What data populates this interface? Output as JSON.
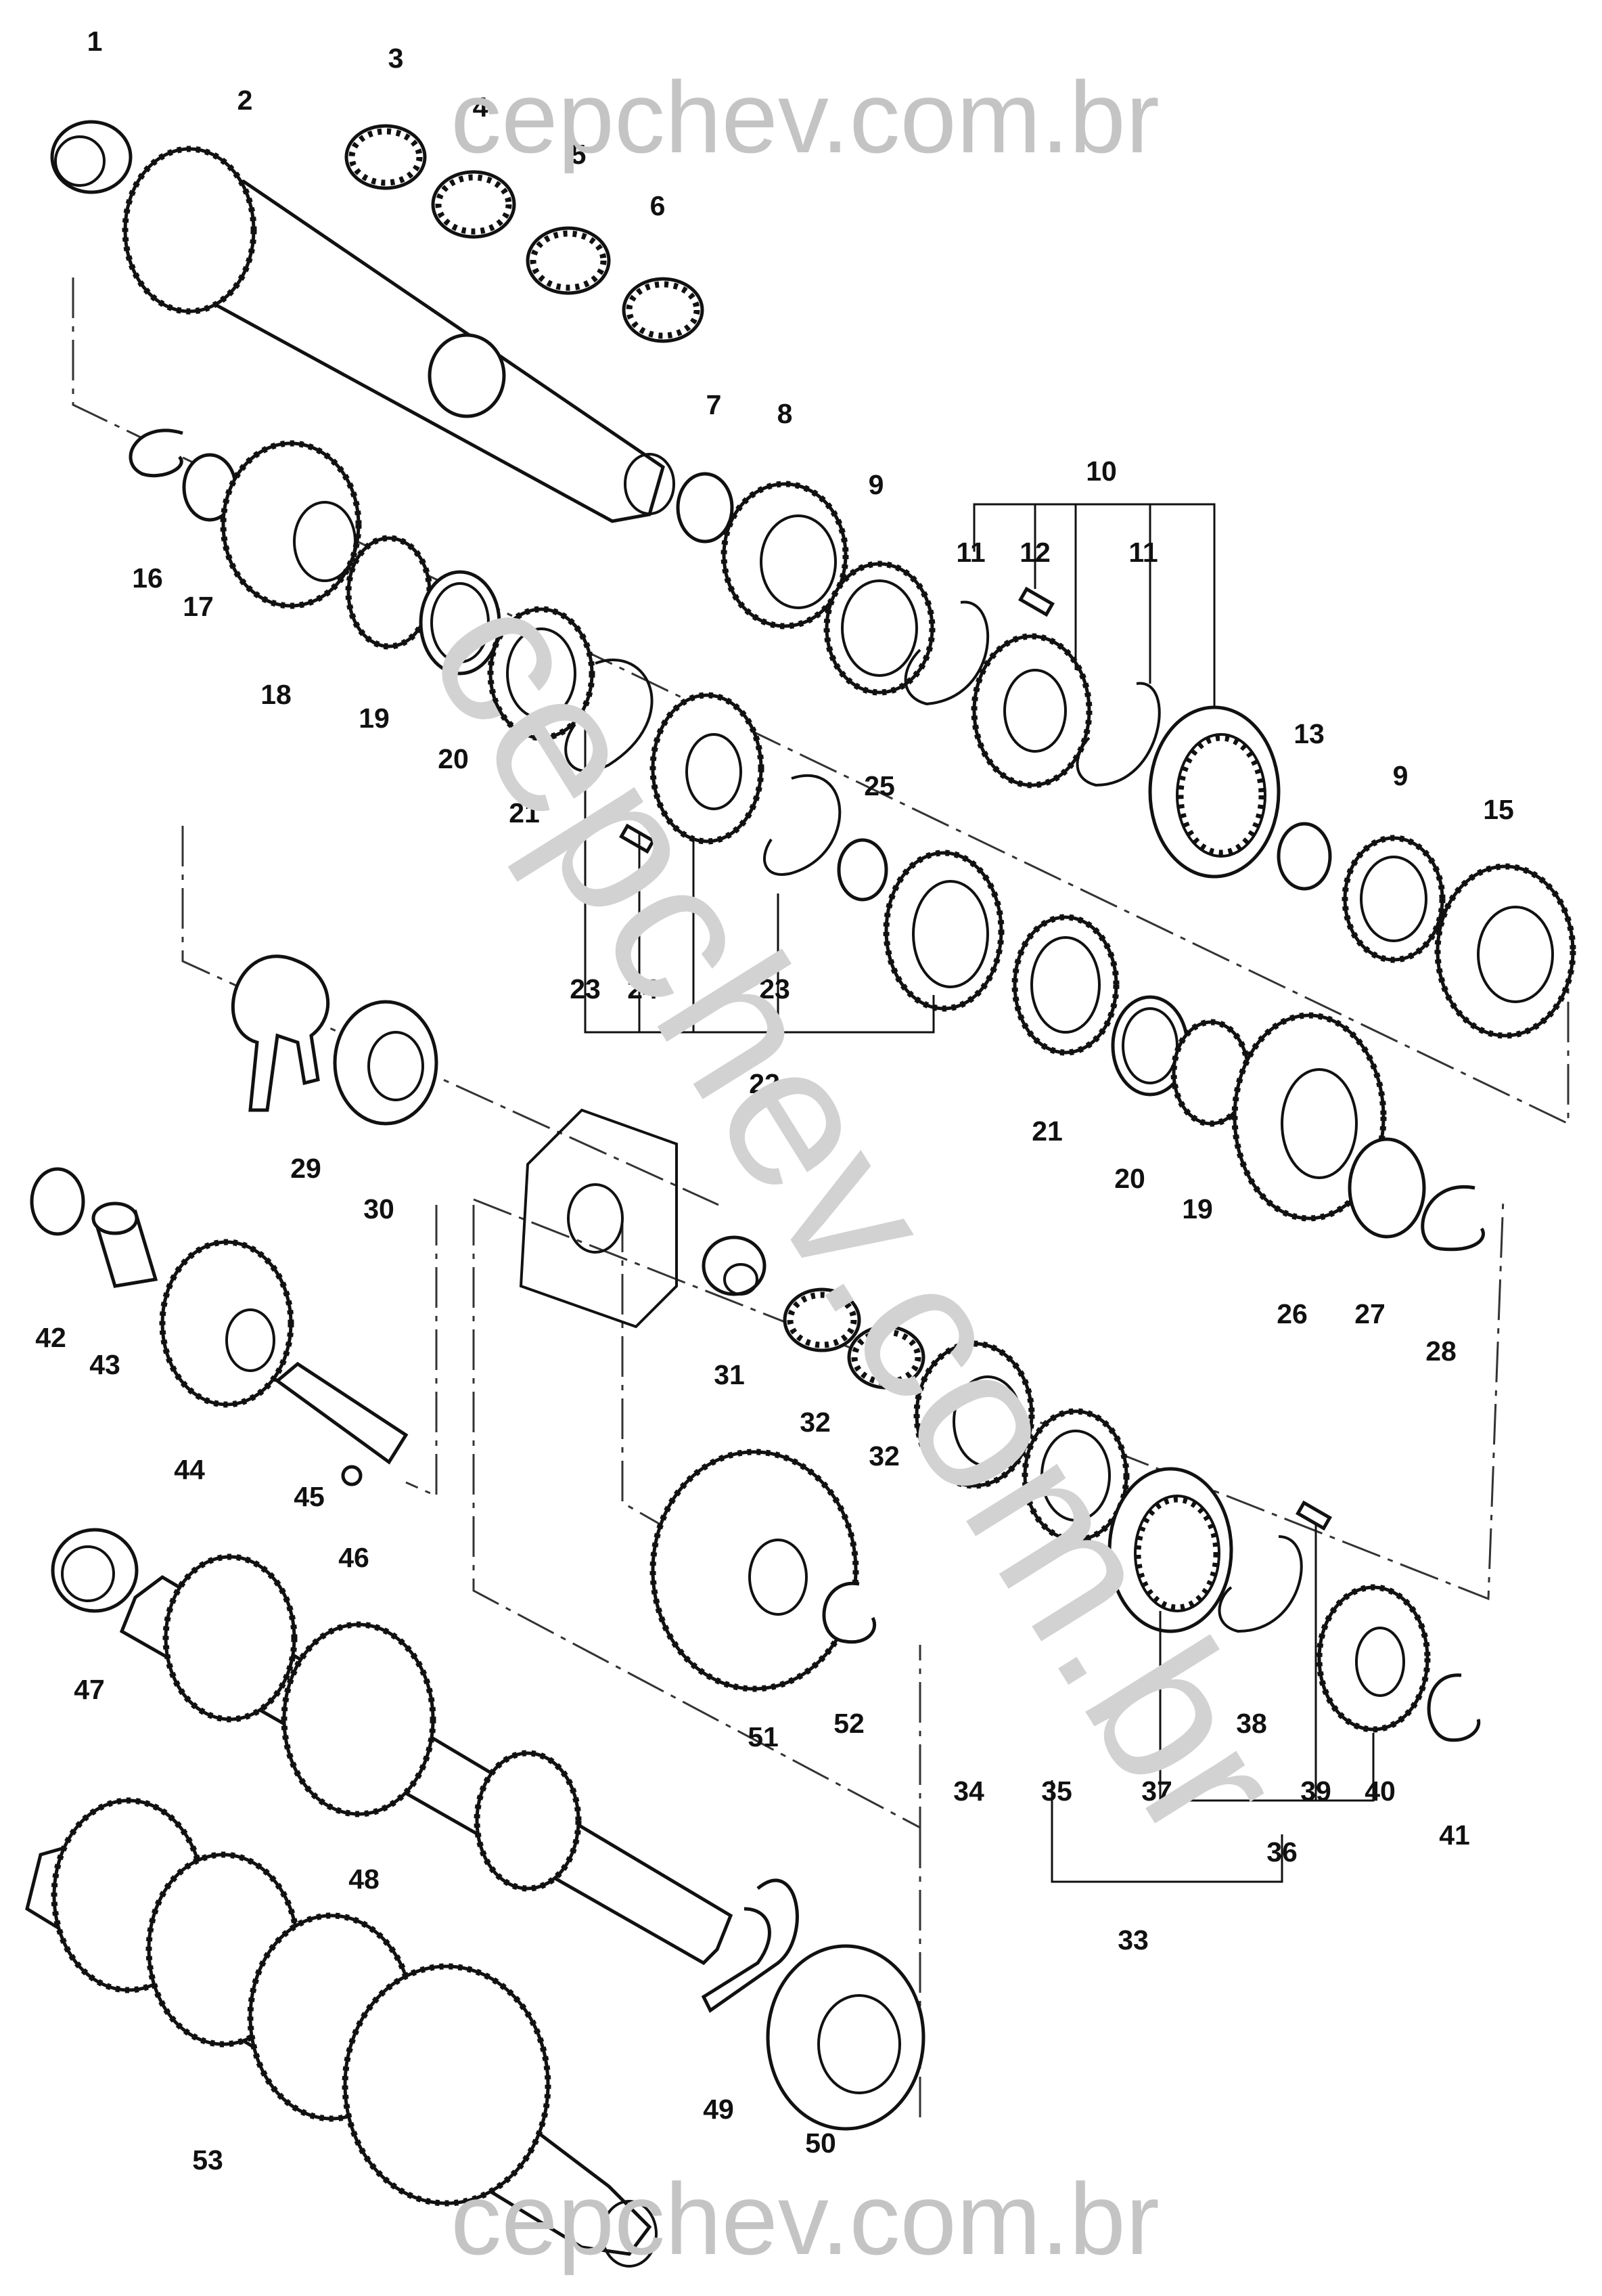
{
  "watermark": {
    "text": "cepchev.com.br"
  },
  "callouts": [
    {
      "label": "1"
    },
    {
      "label": "2"
    },
    {
      "label": "3"
    },
    {
      "label": "4"
    },
    {
      "label": "5"
    },
    {
      "label": "6"
    },
    {
      "label": "7"
    },
    {
      "label": "8"
    },
    {
      "label": "9"
    },
    {
      "label": "10"
    },
    {
      "label": "11"
    },
    {
      "label": "12"
    },
    {
      "label": "11"
    },
    {
      "label": "13"
    },
    {
      "label": "9"
    },
    {
      "label": "15"
    },
    {
      "label": "16"
    },
    {
      "label": "17"
    },
    {
      "label": "18"
    },
    {
      "label": "19"
    },
    {
      "label": "20"
    },
    {
      "label": "21"
    },
    {
      "label": "25"
    },
    {
      "label": "23"
    },
    {
      "label": "24"
    },
    {
      "label": "23"
    },
    {
      "label": "22"
    },
    {
      "label": "21"
    },
    {
      "label": "20"
    },
    {
      "label": "19"
    },
    {
      "label": "26"
    },
    {
      "label": "27"
    },
    {
      "label": "28"
    },
    {
      "label": "29"
    },
    {
      "label": "30"
    },
    {
      "label": "42"
    },
    {
      "label": "43"
    },
    {
      "label": "44"
    },
    {
      "label": "45"
    },
    {
      "label": "46"
    },
    {
      "label": "31"
    },
    {
      "label": "32"
    },
    {
      "label": "32"
    },
    {
      "label": "34"
    },
    {
      "label": "35"
    },
    {
      "label": "37"
    },
    {
      "label": "38"
    },
    {
      "label": "39"
    },
    {
      "label": "40"
    },
    {
      "label": "41"
    },
    {
      "label": "36"
    },
    {
      "label": "33"
    },
    {
      "label": "47"
    },
    {
      "label": "48"
    },
    {
      "label": "51"
    },
    {
      "label": "52"
    },
    {
      "label": "49"
    },
    {
      "label": "50"
    },
    {
      "label": "53"
    }
  ]
}
